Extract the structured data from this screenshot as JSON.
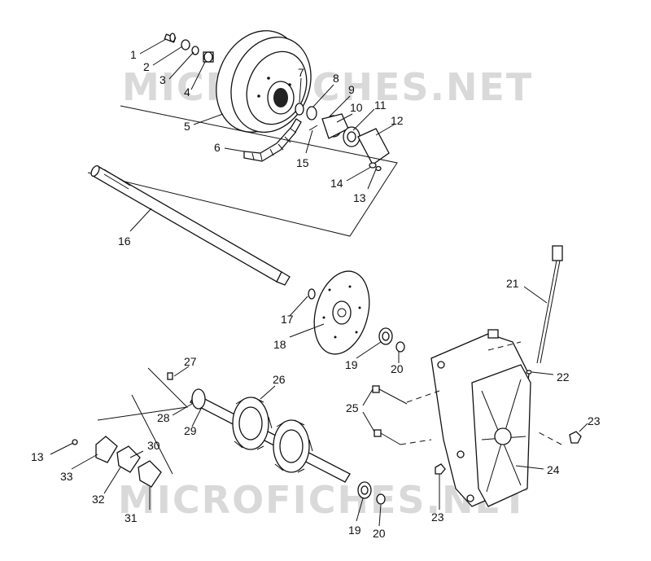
{
  "watermark": {
    "text": "MICROFICHES.NET"
  },
  "callouts": [
    "1",
    "2",
    "3",
    "4",
    "5",
    "6",
    "7",
    "8",
    "9",
    "10",
    "11",
    "12",
    "13",
    "14",
    "15",
    "16",
    "17",
    "18",
    "19",
    "20",
    "21",
    "22",
    "23",
    "24",
    "25",
    "26",
    "27",
    "28",
    "29",
    "30",
    "31",
    "32",
    "33",
    "13",
    "19",
    "20",
    "23"
  ]
}
